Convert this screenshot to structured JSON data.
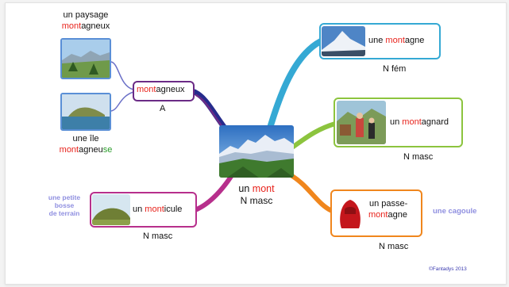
{
  "colors": {
    "purple": "#6b2b86",
    "blue": "#3f8bd1",
    "cyan": "#35a9d4",
    "green": "#8cc43e",
    "orange": "#f0861d",
    "magenta": "#b72f8c",
    "navy": "#262b8c",
    "root_red": "#e8231c",
    "ending_green": "#2a9c2a",
    "note_blue": "#8f8fe0"
  },
  "center": {
    "word_prefix": "un ",
    "word_root": "mont",
    "category": "N masc",
    "image": "mountain-photo"
  },
  "nodes": {
    "adjective": {
      "root": "mont",
      "rest": "agneux",
      "category": "A"
    },
    "paysage": {
      "line1": "un paysage",
      "root": "mont",
      "rest": "agneux"
    },
    "ile": {
      "line1": "une île",
      "root": "mont",
      "rest": "agneu",
      "ending": "se"
    },
    "montagne": {
      "prefix": "une ",
      "root": "mont",
      "rest": "agne",
      "category": "N fém"
    },
    "montagnard": {
      "prefix": "un ",
      "root": "mont",
      "rest": "agnard",
      "category": "N masc"
    },
    "passe": {
      "line1": "un passe-",
      "root": "mont",
      "rest": "agne",
      "category": "N masc",
      "note": "une cagoule"
    },
    "monticule": {
      "prefix": "un ",
      "root": "mont",
      "rest": "icule",
      "category": "N masc",
      "note": [
        "une petite",
        "bosse",
        "de terrain"
      ]
    }
  },
  "copyright": "©Fantadys 2013"
}
